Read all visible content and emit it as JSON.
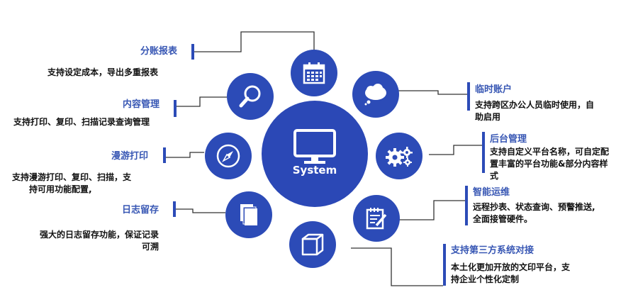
{
  "center": {
    "label": "System",
    "icon": "monitor-icon"
  },
  "features": [
    {
      "id": "billing-report",
      "title": "分账报表",
      "desc": "支持设定成本，导出多重报表",
      "icon": "calendar-icon"
    },
    {
      "id": "content-management",
      "title": "内容管理",
      "desc": "支持打印、复印、扫描记录查询管理",
      "icon": "magnifier-icon"
    },
    {
      "id": "roaming-print",
      "title": "漫游打印",
      "desc_lines": [
        "支持漫游打印、复印、扫描，支",
        "持可用功能配置,"
      ],
      "icon": "compass-icon"
    },
    {
      "id": "log-retention",
      "title": "日志留存",
      "desc_lines": [
        "强大的日志留存功能，保证记录",
        "可溯"
      ],
      "icon": "documents-icon"
    },
    {
      "id": "temporary-account",
      "title": "临时账户",
      "desc_lines": [
        "支持跨区办公人员临时使用，自",
        "助启用"
      ],
      "icon": "cloud-chat-icon"
    },
    {
      "id": "backend-management",
      "title": "后台管理",
      "desc_lines": [
        "支持自定义平台名称，可自定配",
        "置丰富的平台功能&部分内容样",
        "式"
      ],
      "icon": "gears-icon"
    },
    {
      "id": "smart-ops",
      "title": "智能运维",
      "desc_lines": [
        "远程抄表、状态查询、预警推送,",
        "全面接管硬件。"
      ],
      "icon": "notepad-pen-icon"
    },
    {
      "id": "third-party",
      "title": "支持第三方系统对接",
      "desc_lines": [
        "本土化更加开放的文印平台，支",
        "持企业个性化定制"
      ],
      "icon": "box-icon"
    }
  ],
  "colors": {
    "primary": "#2c4bb7",
    "title_text": "#3857b4",
    "body_text": "#111111",
    "connector": "#333333"
  }
}
